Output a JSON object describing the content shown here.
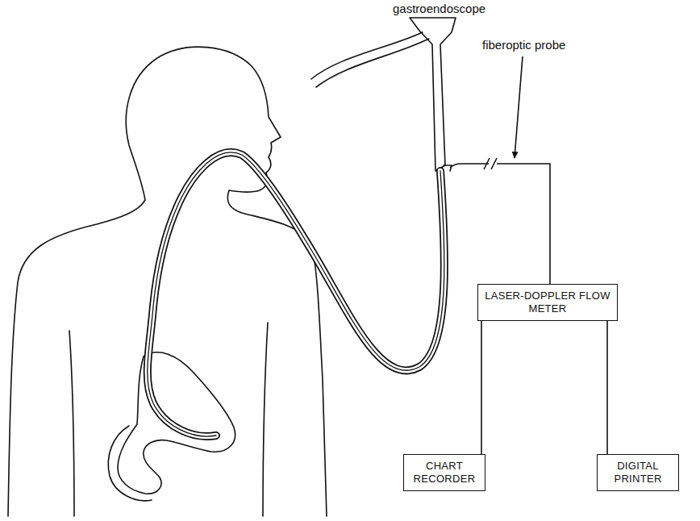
{
  "diagram": {
    "nodes": [
      {
        "text": [
          "LASER-DOPPLER FLOW METER"
        ]
      },
      {
        "text": [
          "CHART RECORDER"
        ]
      },
      {
        "text": [
          "DIGITAL PRINTER"
        ]
      }
    ],
    "edges": [
      {
        "from": 0,
        "to": 1,
        "arrow": "none"
      },
      {
        "from": 0,
        "to": 2,
        "arrow": "none"
      }
    ],
    "labels": [
      "gastroendoscope",
      "fiberoptic probe"
    ]
  }
}
